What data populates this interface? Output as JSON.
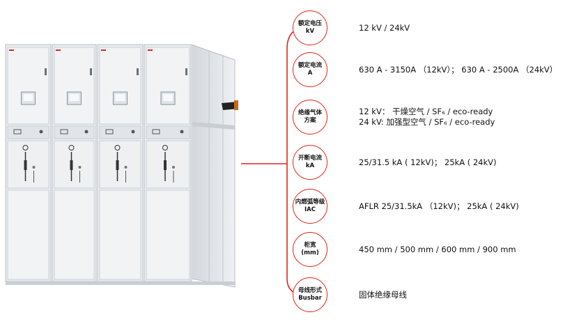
{
  "colors": {
    "accent": "#e2231a",
    "cabinet": "#e6e9ec",
    "cabinet_line": "#b9bec4"
  },
  "specs": [
    {
      "label_lines": [
        "额定电压",
        "kV"
      ],
      "value_lines": [
        "12 kV   /  24kV"
      ]
    },
    {
      "label_lines": [
        "额定电流",
        "A"
      ],
      "value_lines": [
        "630 A  - 3150A  （12kV）；  630 A  - 2500A  （24kV）"
      ]
    },
    {
      "label_lines": [
        "绝缘气体",
        "方案"
      ],
      "value_lines": [
        "12 kV：  干燥空气 / SF₆ / eco-ready",
        "24 kV:     加强型空气 / SF₆ / eco-ready"
      ]
    },
    {
      "label_lines": [
        "开断电流",
        "kA"
      ],
      "value_lines": [
        "25/31.5 kA ( 12kV)；  25kA ( 24kV)"
      ]
    },
    {
      "label_lines": [
        "内燃弧等级",
        "IAC"
      ],
      "value_lines": [
        "AFLR 25/31.5kA （12kV)；  25kA ( 24kV)"
      ]
    },
    {
      "label_lines": [
        "柜宽",
        "(mm)"
      ],
      "value_lines": [
        "450 mm / 500 mm / 600 mm / 900 mm"
      ]
    },
    {
      "label_lines": [
        "母线形式",
        "Busbar"
      ],
      "value_lines": [
        "固体绝缘母线"
      ]
    }
  ]
}
